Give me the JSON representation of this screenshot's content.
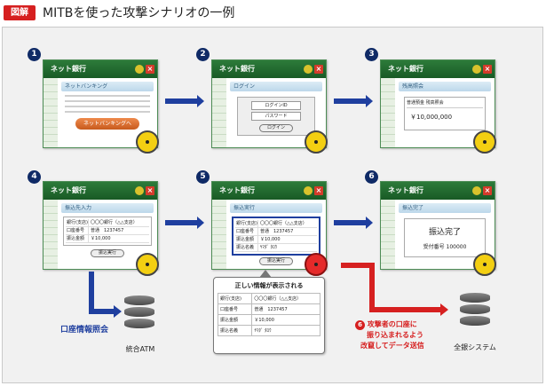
{
  "header": {
    "tag": "図解",
    "title": "MITBを使った攻撃シナリオの一例"
  },
  "window_title": "ネット銀行",
  "steps": [
    "1",
    "2",
    "3",
    "4",
    "5",
    "6"
  ],
  "w1": {
    "heading": "ネットバンキング",
    "button": "ネットバンキングへ"
  },
  "w2": {
    "heading": "ログイン",
    "id_field": "ログインID",
    "pw_field": "パスワード",
    "login_btn": "ログイン"
  },
  "w3": {
    "heading": "残高照会",
    "cols": "普通預金 残高照会",
    "amount": "￥10,000,000"
  },
  "w4": {
    "heading": "振込先入力",
    "rows": [
      [
        "銀行(支店)",
        "〇〇〇銀行（△△支店）"
      ],
      [
        "口座番号",
        "普通　1237457"
      ],
      [
        "振込金額",
        "￥10,000"
      ]
    ],
    "button": "振込実行"
  },
  "w5": {
    "heading": "振込実行",
    "rows": [
      [
        "銀行(支店)",
        "〇〇〇銀行（△△支店）"
      ],
      [
        "口座番号",
        "普通　1237457"
      ],
      [
        "振込金額",
        "￥10,000"
      ],
      [
        "振込名義",
        "ﾔﾏﾀﾞ ﾀﾛｳ"
      ]
    ],
    "button": "振込実行"
  },
  "w6": {
    "heading": "振込完了",
    "done": "振込完了",
    "receipt": "受付番号 100000"
  },
  "callout": {
    "title": "正しい情報が表示される",
    "rows": [
      [
        "銀行(支店)",
        "〇〇〇銀行（△△支店）"
      ],
      [
        "口座番号",
        "普通　1237457"
      ],
      [
        "振込金額",
        "￥10,000"
      ],
      [
        "振込名義",
        "ﾔﾏﾀﾞ ﾀﾛｳ"
      ]
    ]
  },
  "labels": {
    "acct_query": "口座情報照会",
    "atm": "統合ATM",
    "core": "全銀システム"
  },
  "note6": {
    "num": "6",
    "line1": "攻撃者の口座に",
    "line2": "振り込まれるよう",
    "line3": "改竄してデータ送信"
  },
  "colors": {
    "accent_red": "#d62020",
    "arrow_blue": "#1f3f9f",
    "window_green": "#2d7b3a"
  }
}
